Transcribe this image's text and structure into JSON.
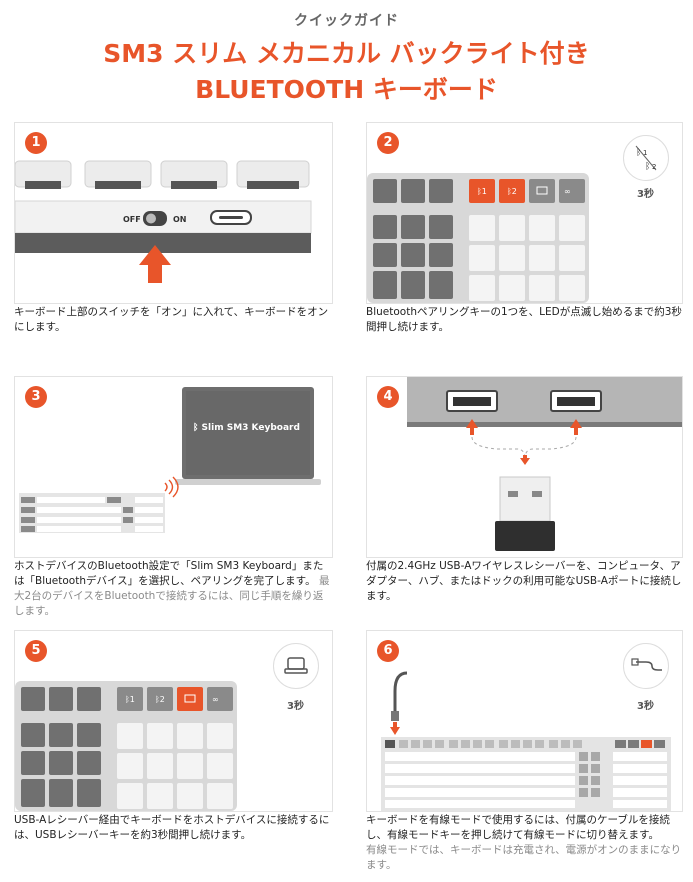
{
  "header": {
    "subtitle": "クイックガイド",
    "title_line1": "SM3 スリム メカニカル バックライト付き",
    "title_line2": "BLUETOOTH キーボード"
  },
  "steps": [
    {
      "number": "1",
      "caption": "キーボード上部のスイッチを「オン」に入れて、キーボードをオンにします。",
      "caption_muted": "",
      "switch_off": "OFF",
      "switch_on": "ON"
    },
    {
      "number": "2",
      "caption": "Bluetoothペアリングキーの1つを、LEDが点滅し始めるまで約3秒間押し続けます。",
      "caption_muted": "",
      "seconds": "3秒",
      "key1": "1",
      "key2": "2"
    },
    {
      "number": "3",
      "caption": "ホストデバイスのBluetooth設定で「Slim SM3 Keyboard」または「Bluetoothデバイス」を選択し、ペアリングを完了します。",
      "caption_muted": "最大2台のデバイスをBluetoothで接続するには、同じ手順を繰り返します。",
      "device_name": "Slim SM3 Keyboard"
    },
    {
      "number": "4",
      "caption": "付属の2.4GHz USB-Aワイヤレスレシーバーを、コンピュータ、アダプター、ハブ、またはドックの利用可能なUSB-Aポートに接続します。",
      "caption_muted": ""
    },
    {
      "number": "5",
      "caption": "USB-Aレシーバー経由でキーボードをホストデバイスに接続するには、USBレシーバーキーを約3秒間押し続けます。",
      "caption_muted": "",
      "seconds": "3秒"
    },
    {
      "number": "6",
      "caption": "キーボードを有線モードで使用するには、付属のケーブルを接続し、有線モードキーを押し続けて有線モードに切り替えます。",
      "caption_muted": "有線モードでは、キーボードは充電され、電源がオンのままになります。",
      "seconds": "3秒"
    }
  ],
  "colors": {
    "accent": "#e8552a",
    "dark_gray": "#6b6b6b",
    "light_gray": "#e6e6e6"
  }
}
